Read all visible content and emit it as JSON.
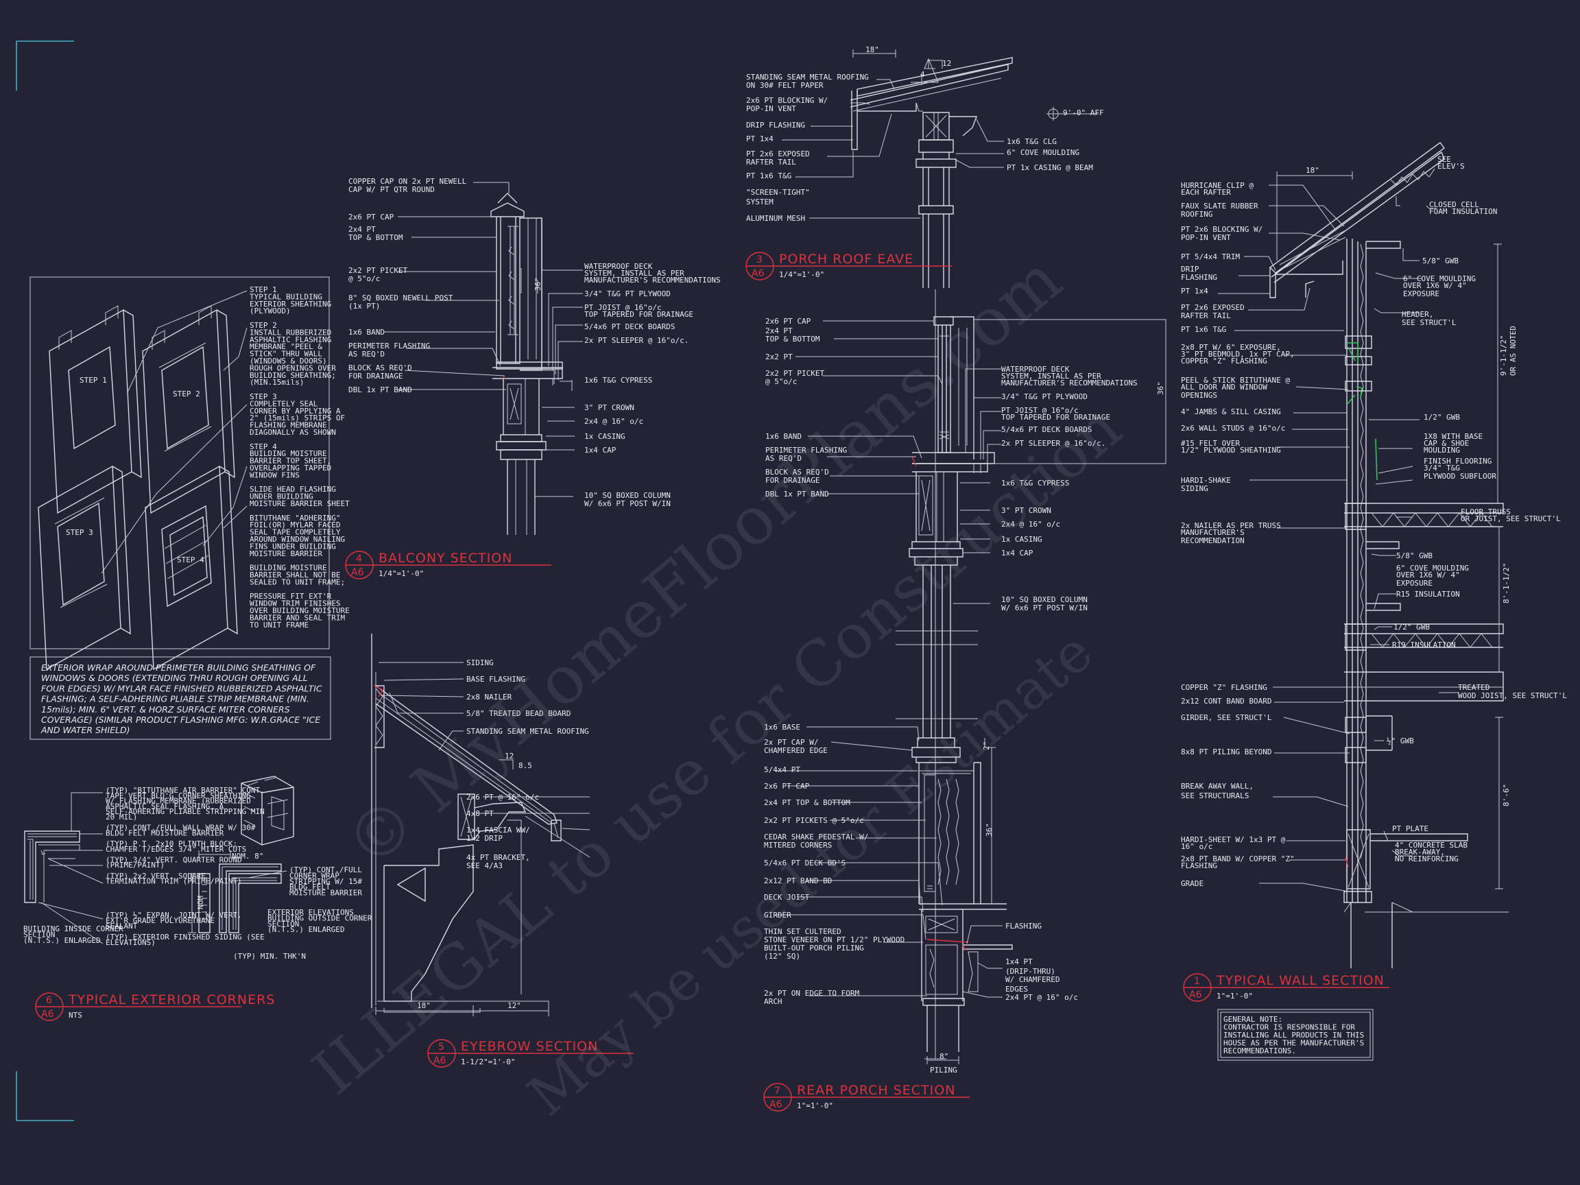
{
  "watermark": {
    "line1": "© MyHomeFloorPlans.com",
    "line2": "ILLEGAL to use for Construction",
    "line3": "May be used for Estimate"
  },
  "steps": {
    "step1_tag": "STEP 1",
    "step2_tag": "STEP 2",
    "step3_tag": "STEP 3",
    "step4_tag": "STEP 4",
    "lines": [
      "STEP 1",
      "TYPICAL BUILDING",
      "EXTERIOR SHEATHING",
      "(PLYWOOD)",
      "",
      "STEP 2",
      "INSTALL RUBBERIZED",
      "ASPHALTIC FLASHING",
      "MEMBRANE \"PEEL &",
      "STICK\" THRU WALL",
      "(WINDOWS & DOORS)",
      "ROUGH OPENINGS OVER",
      "BUILDING SHEATHING;",
      "(MIN.15mils)",
      "",
      "STEP 3",
      "COMPLETELY SEAL",
      "CORNER BY APPLYING A",
      "2\" (15mils) STRIPS OF",
      "FLASHING MEMBRANE",
      "DIAGONALLY AS SHOWN",
      "",
      "STEP 4",
      "BUILDING MOISTURE",
      "BARRIER TOP SHEET,",
      "OVERLAPPING TAPPED",
      "WINDOW FINS",
      "",
      "SLIDE HEAD FLASHING",
      "UNDER BUILDING",
      "MOISTURE BARRIER SHEET",
      "",
      "BITUTHANE \"ADHERING\"",
      "FOIL(OR) MYLAR FACED",
      "SEAL TAPE COMPLETELY",
      "AROUND WINDOW NAILING",
      "FINS UNDER BUILDING",
      "MOISTURE BARRIER",
      "",
      "BUILDING MOISTURE",
      "BARRIER SHALL NOT BE",
      "SEALED TO UNIT FRAME;",
      "",
      "PRESSURE FIT EXT'R",
      "WINDOW TRIM FINISHES",
      "OVER BUILDING MOISTURE",
      "BARRIER AND SEAL TRIM",
      "TO UNIT FRAME"
    ],
    "note": [
      "EXTERIOR WRAP AROUND PERIMETER BUILDING SHEATHING OF",
      "WINDOWS & DOORS (EXTENDING THRU ROUGH OPENING ALL",
      "FOUR EDGES) W/ MYLAR FACE FINISHED RUBBERIZED ASPHALTIC",
      "FLASHING; A SELF-ADHERING PLIABLE STRIP MEMBRANE (MIN.",
      "15mils); MIN. 6\" VERT. & HORZ SURFACE MITER CORNERS",
      "COVERAGE) (SIMILAR PRODUCT FLASHING MFG: W.R.GRACE \"ICE",
      "AND WATER SHIELD)"
    ]
  },
  "corners": {
    "lines": [
      "(TYP) \"BITUTHANE AIR BARRIER\" CONT.",
      "TAPE VERT BLD'G CORNER SHEATHING",
      "W/ FLASHING MEMBRANE (RUBBERIZED",
      "ASPHALTIC SEAL FLASHING, A",
      "SELF-ADHERING PLIABLE STRIPPING MIN",
      "20 MIL)",
      "",
      "(TYP) CONT./FULL WALL WRAP W/ 30#",
      "BLDG FELT MOISTURE BARRIER",
      "",
      "(TYP) P.T. 2x10 PLINTH BLOCK;",
      "CHAMFER T/EDGES 3/4\" MITER CUTS",
      "",
      "(TYP) 3/4\" VERT. QUARTER ROUND",
      "(PRIME/PAINT)",
      "",
      "(TYP) 2x2 VERT. SQUARE",
      "TERMINATION TRIM (PRIME/PAINT)"
    ],
    "lines2": [
      "(TYP) ½\" EXPAN. JOINT W/ VERT.",
      "EXT'R GRADE POLYURETHANE",
      "SEALANT",
      "",
      "(TYP) EXTERIOR FINISHED SIDING (SEE",
      "ELEVATIONS)"
    ],
    "right": [
      "(TYP) CONT./FULL",
      "CORNER WRAP",
      "STRIPPING W/ 15#",
      "BLDG FELT",
      "MOISTURE BARRIER"
    ],
    "inside": [
      "BUILDING INSIDE CORNER",
      "SECTION",
      "(N.T.S.) ENLARGED"
    ],
    "outside": [
      "EXTERIOR ELEVATIONS",
      "BUILDING OUTSIDE CORNER",
      "SECTION",
      "(N.T.S.) ENLARGED"
    ],
    "nom8": "NOM. 8\"",
    "nom_v": "NOM",
    "typmin": "(TYP) MIN. THK'N",
    "title": "TYPICAL EXTERIOR CORNERS",
    "num": "6",
    "sheet": "A6",
    "scale": "NTS"
  },
  "balcony": {
    "labels": [
      "COPPER CAP ON 2x PT NEWELL",
      "CAP W/ PT QTR ROUND",
      "2x6 PT CAP",
      "2x4 PT",
      "TOP & BOTTOM",
      "2x2 PT PICKET",
      "@ 5\"o/c",
      "8\" SQ BOXED NEWELL POST",
      "(1x PT)",
      "1x6 BAND",
      "PERIMETER FLASHING",
      "AS REQ'D",
      "BLOCK AS REQ'D",
      "FOR DRAINAGE",
      "DBL 1x PT BAND"
    ],
    "right": [
      "WATERPROOF DECK",
      "SYSTEM, INSTALL AS PER",
      "MANUFACTURER'S RECOMMENDATIONS",
      "3/4\" T&G PT PLYWOOD",
      "PT JOIST @ 16\"o/c",
      "TOP TAPERED FOR DRAINAGE",
      "5/4x6 PT DECK BOARDS",
      "2x PT SLEEPER @ 16\"o/c.",
      "1x6 T&G CYPRESS",
      "3\" PT CROWN",
      "2x4 @ 16\" o/c",
      "1x CASING",
      "1x4 CAP",
      "10\" SQ BOXED COLUMN",
      "W/ 6x6 PT POST W/IN"
    ],
    "dim": "36\"",
    "title": "BALCONY SECTION",
    "num": "4",
    "sheet": "A6",
    "scale": "1/4\"=1'-0\""
  },
  "eyebrow": {
    "labels": [
      "SIDING",
      "BASE FLASHING",
      "2x8 NAILER",
      "5/8\" TREATED BEAD BOARD",
      "STANDING SEAM METAL ROOFING",
      "2x6 PT @ 16\" o/c",
      "4x8 PT",
      "1x4 FASCIA WW/",
      "1x2 DRIP",
      "4x PT BRACKET,",
      "SEE 4/A3"
    ],
    "pitch_run": "12",
    "pitch_rise": "8.5",
    "dim18": "18\"",
    "dim12": "12\"",
    "title": "EYEBROW SECTION",
    "num": "5",
    "sheet": "A6",
    "scale": "1-1/2\"=1'-0\""
  },
  "eave": {
    "labels": [
      "STANDING SEAM METAL ROOFING",
      "ON 30# FELT PAPER",
      "2x6 PT BLOCKING W/",
      "POP-IN VENT",
      "DRIP FLASHING",
      "PT 1x4",
      "PT 2x6 EXPOSED",
      "RAFTER TAIL",
      "PT 1x6 T&G",
      "\"SCREEN-TIGHT\"",
      "SYSTEM",
      "ALUMINUM MESH"
    ],
    "right": [
      "1x6 T&G CLG",
      "6\" COVE MOULDING",
      "PT 1x CASING @ BEAM"
    ],
    "elev": "9'-0\" AFF",
    "dim18": "18\"",
    "pitch": "12",
    "pitch4": "4",
    "title": "PORCH ROOF EAVE",
    "num": "3",
    "sheet": "A6",
    "scale": "1/4\"=1'-0\""
  },
  "rear": {
    "left": [
      "2x6 PT CAP",
      "2x4 PT",
      "TOP & BOTTOM",
      "2x2 PT",
      "2x2 PT PICKET",
      "@ 5\"o/c",
      "1x6 BAND",
      "PERIMETER FLASHING",
      "AS REQ'D",
      "BLOCK AS REQ'D",
      "FOR DRAINAGE",
      "DBL 1x PT BAND"
    ],
    "right": [
      "WATERPROOF DECK",
      "SYSTEM, INSTALL AS PER",
      "MANUFACTURER'S RECOMMENDATIONS",
      "3/4\" T&G PT PLYWOOD",
      "PT JOIST @ 16\"o/c",
      "TOP TAPERED FOR DRAINAGE",
      "5/4x6 PT DECK BOARDS",
      "2x PT SLEEPER @ 16\"o/c.",
      "1x6 T&G CYPRESS",
      "3\" PT CROWN",
      "2x4 @ 16\" o/c",
      "1x CASING",
      "1x4 CAP",
      "10\" SQ BOXED COLUMN",
      "W/ 6x6 PT POST W/IN"
    ],
    "lower_left": [
      "1x6 BASE",
      "2x PT CAP W/",
      "CHAMFERED EDGE",
      "5/4x4 PT",
      "2x6 PT CAP",
      "2x4 PT TOP & BOTTOM",
      "2x2 PT PICKETS @ 5\"o/c",
      "CEDAR SHAKE PEDESTAL W/",
      "MITERED CORNERS",
      "5/4x6 PT DECK BD'S",
      "2x12 PT BAND BD",
      "DECK JOIST",
      "GIRDER",
      "THIN SET CULTERED",
      "STONE VENEER ON PT 1/2\" PLYWOOD",
      "BUILT-OUT PORCH PILING",
      "(12\" SQ)",
      "2x PT ON EDGE TO FORM",
      "ARCH"
    ],
    "lower_right": [
      "FLASHING",
      "1x4 PT",
      "(DRIP-THRU)",
      "W/ CHAMFERED",
      "EDGES",
      "2x4 PT @ 16\" o/c"
    ],
    "dim36a": "36\"",
    "dim36b": "36\"",
    "dim2": "2\"",
    "dim8": "8\"",
    "piling": "PILING",
    "title": "REAR PORCH SECTION",
    "num": "7",
    "sheet": "A6",
    "scale": "1\"=1'-0\""
  },
  "wall": {
    "left": [
      "HURRICANE CLIP @",
      "EACH RAFTER",
      "FAUX SLATE RUBBER",
      "ROOFING",
      "PT 2x6 BLOCKING W/",
      "POP-IN VENT",
      "PT 5/4x4 TRIM",
      "DRIP",
      "FLASHING",
      "PT 1x4",
      "PT 2x6 EXPOSED",
      "RAFTER TAIL",
      "PT 1x6 T&G",
      "2x8 PT W/ 6\" EXPOSURE,",
      "3\" PT BEDMOLD, 1x PT CAP,",
      "COPPER \"Z\" FLASHING",
      "PEEL & STICK BITUTHANE @",
      "ALL DOOR AND WINDOW",
      "OPENINGS",
      "4\" JAMBS & SILL CASING",
      "2x6 WALL STUDS @ 16\"o/c",
      "#15 FELT OVER",
      "1/2\" PLYWOOD SHEATHING",
      "HARDI-SHAKE",
      "SIDING",
      "2x NAILER AS PER TRUSS",
      "MANUFACTURER'S",
      "RECOMMENDATION",
      "COPPER \"Z\" FLASHING",
      "2x12 CONT BAND BOARD",
      "GIRDER, SEE STRUCT'L",
      "8x8 PT PILING BEYOND",
      "BREAK AWAY WALL,",
      "SEE STRUCTURALS",
      "HARDI-SHEET W/ 1x3 PT @",
      "16\" o/c",
      "2x8 PT BAND W/ COPPER \"Z\"",
      "FLASHING",
      "GRADE"
    ],
    "right": [
      "SEE",
      "ELEV'S",
      "CLOSED CELL",
      "FOAM INSULATION",
      "5/8\" GWB",
      "6\" COVE MOULDING",
      "OVER 1X6 W/ 4\"",
      "EXPOSURE",
      "HEADER,",
      "SEE STRUCT'L",
      "1/2\" GWB",
      "1X8 WITH BASE",
      "CAP & SHOE",
      "MOULDING",
      "FINISH FLOORING",
      "3/4\" T&G",
      "PLYWOOD SUBFLOOR",
      "FLOOR TRUSS",
      "OR JOIST, SEE STRUCT'L",
      "5/8\" GWB",
      "6\" COVE MOULDING",
      "OVER 1X6 W/ 4\"",
      "EXPOSURE",
      "R15 INSULATION",
      "1/2\" GWB",
      "R19 INSULATION",
      "TREATED",
      "WOOD JOIST, SEE STRUCT'L",
      "½\" GWB",
      "PT PLATE",
      "4\" CONCRETE SLAB",
      "BREAK-AWAY,",
      "NO REINFORCING"
    ],
    "dim_a": "9'-1-1/2\"",
    "dim_a2": "OR AS NOTED",
    "dim_b": "8'-1-1/2\"",
    "dim_c": "8'-6\"",
    "dim18": "18\"",
    "title": "TYPICAL WALL SECTION",
    "num": "1",
    "sheet": "A6",
    "scale": "1\"=1'-0\"",
    "general_note": [
      "GENERAL NOTE:",
      "CONTRACTOR IS RESPONSIBLE FOR",
      "INSTALLING ALL PRODUCTS IN THIS",
      "HOUSE AS PER THE MANUFACTURER'S",
      "RECOMMENDATIONS."
    ]
  }
}
